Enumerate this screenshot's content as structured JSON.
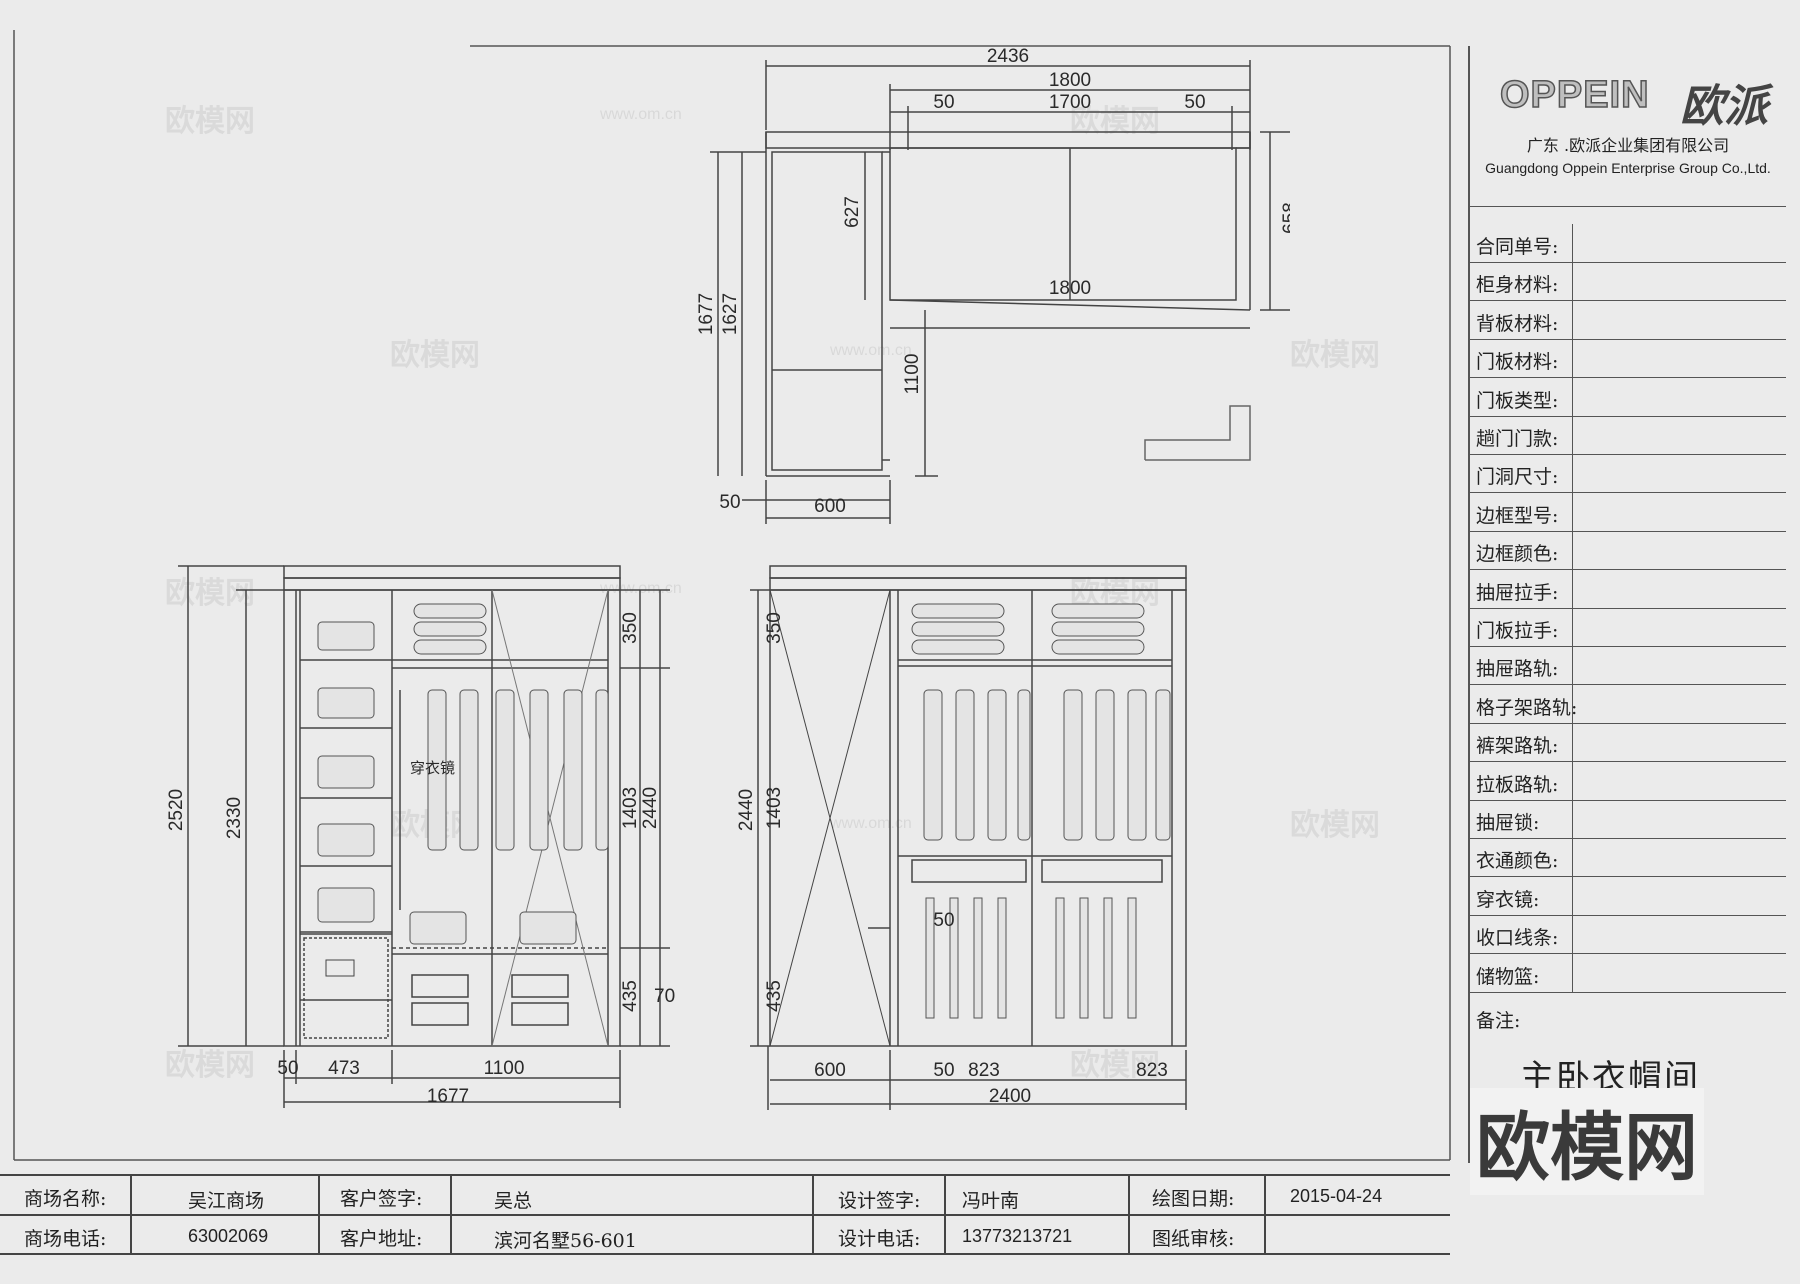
{
  "company": {
    "brand": "OPPEIN",
    "brand_cn": "欧派",
    "name_cn": "广东 .欧派企业集团有限公司",
    "name_en": "Guangdong Oppein Enterprise Group Co.,Ltd."
  },
  "spec_fields": [
    "合同单号:",
    "柜身材料:",
    "背板材料:",
    "门板材料:",
    "门板类型:",
    "趟门门款:",
    "门洞尺寸:",
    "边框型号:",
    "边框颜色:",
    "抽屉拉手:",
    "门板拉手:",
    "抽屉路轨:",
    "格子架路轨:",
    "裤架路轨:",
    "拉板路轨:",
    "抽屉锁:",
    "衣通颜色:",
    "穿衣镜:",
    "收口线条:",
    "储物篮:"
  ],
  "remarks_label": "备注:",
  "drawing_title": "主卧衣帽间",
  "watermark_big": "欧模网",
  "watermark_small": "欧模网",
  "watermark_url": "www.om.cn",
  "footer": {
    "mall_name_label": "商场名称:",
    "mall_name": "吴江商场",
    "client_sign_label": "客户签字:",
    "client_sign": "吴总",
    "designer_sign_label": "设计签字:",
    "designer_sign": "冯叶南",
    "draw_date_label": "绘图日期:",
    "draw_date": "2015-04-24",
    "mall_phone_label": "商场电话:",
    "mall_phone": "63002069",
    "client_addr_label": "客户地址:",
    "client_addr": "滨河名墅56-601",
    "designer_phone_label": "设计电话:",
    "designer_phone": "13773213721",
    "review_label": "图纸审核:"
  },
  "plan_dims": {
    "total_width": "2436",
    "width_1800_top": "1800",
    "side_left": "50",
    "inner": "1700",
    "side_right": "50",
    "depth_right": "658",
    "depth_627": "627",
    "width_1800_bottom": "1800",
    "height_1677": "1677",
    "height_1627": "1627",
    "height_1100": "1100",
    "bottom_50": "50",
    "bottom_600": "600"
  },
  "elev_left_dims": {
    "h2520": "2520",
    "h2330": "2330",
    "h350": "350",
    "h1403": "1403",
    "h2440": "2440",
    "h435": "435",
    "h70": "70",
    "w50": "50",
    "w473": "473",
    "w1100": "1100",
    "w1677": "1677",
    "mirror_label": "穿衣镜"
  },
  "elev_right_dims": {
    "h2440": "2440",
    "h350": "350",
    "h1403": "1403",
    "h435": "435",
    "d50": "50",
    "w600": "600",
    "w50": "50",
    "w823a": "823",
    "w823b": "823",
    "w2400": "2400"
  }
}
